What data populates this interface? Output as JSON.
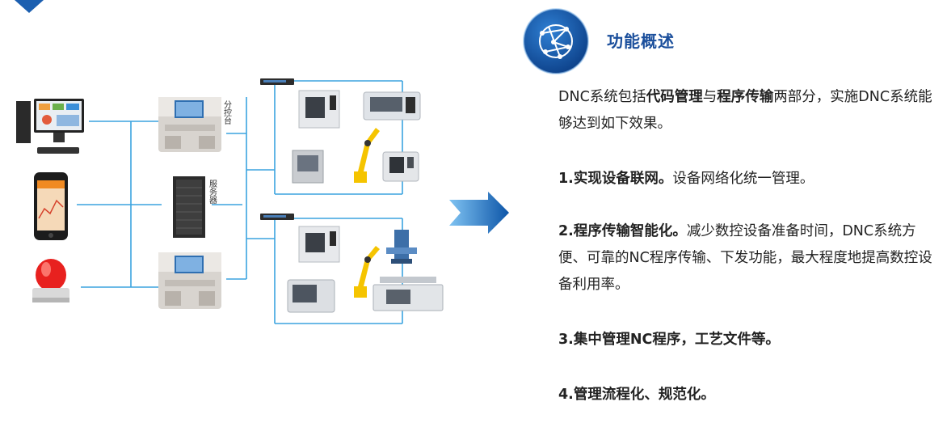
{
  "section": {
    "title": "功能概述",
    "icon": "network-globe-icon"
  },
  "intro": {
    "prefix": "DNC系统包括",
    "bold1": "代码管理",
    "mid": "与",
    "bold2": "程序传输",
    "suffix": "两部分，实施DNC系统能够达到如下效果。"
  },
  "points": [
    {
      "bold": "1.实现设备联网。",
      "text": "设备网络化统一管理。"
    },
    {
      "bold": "2.程序传输智能化。",
      "text": "减少数控设备准备时间，DNC系统方便、可靠的NC程序传输、下发功能，最大程度地提高数控设备利用率。"
    },
    {
      "bold": "3.集中管理NC程序，工艺文件等。",
      "text": ""
    },
    {
      "bold": "4.管理流程化、规范化。",
      "text": ""
    }
  ],
  "diagram_labels": {
    "console": "分控台",
    "server": "服务器"
  },
  "colors": {
    "accent_blue": "#1b5fb0",
    "line_blue": "#3ba3df",
    "title_blue": "#1b4f9c"
  }
}
